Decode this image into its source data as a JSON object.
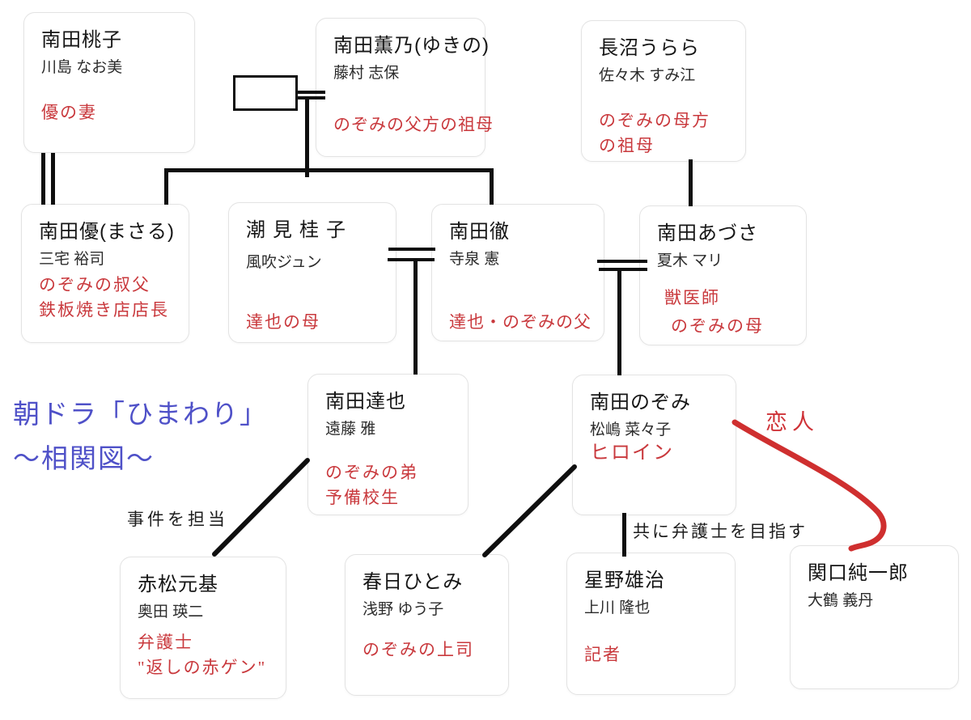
{
  "title": {
    "line1": "朝ドラ「ひまわり」",
    "line2": "～相関図～"
  },
  "labels": {
    "case_assignment": "事件を担当",
    "aim_lawyer": "共に弁護士を目指す",
    "lovers": "恋人"
  },
  "characters": {
    "momoko": {
      "name": "南田桃子",
      "actor": "川島 なお美",
      "role1": "優の妻"
    },
    "yukino": {
      "name": "南田薫乃(ゆきの)",
      "actor": "藤村 志保",
      "role1": "のぞみの父方の祖母"
    },
    "urara": {
      "name": "長沼うらら",
      "actor": "佐々木 すみ江",
      "role1": "のぞみの母方",
      "role2": "の祖母"
    },
    "masaru": {
      "name": "南田優(まさる)",
      "actor": "三宅 裕司",
      "role1": "のぞみの叔父",
      "role2": "鉄板焼き店店長"
    },
    "keiko": {
      "name": "潮見桂子",
      "actor": "風吹ジュン",
      "role1": "達也の母"
    },
    "tooru": {
      "name": "南田徹",
      "actor": "寺泉 憲",
      "role1": "達也・のぞみの父"
    },
    "azusa": {
      "name": "南田あづさ",
      "actor": "夏木 マリ",
      "role1": "獣医師",
      "role2": "のぞみの母"
    },
    "tatsuya": {
      "name": "南田達也",
      "actor": "遠藤 雅",
      "role1": "のぞみの弟",
      "role2": "予備校生"
    },
    "nozomi": {
      "name": "南田のぞみ",
      "actor": "松嶋 菜々子",
      "role1": "ヒロイン"
    },
    "akamatsu": {
      "name": "赤松元基",
      "actor": "奥田 瑛二",
      "role1": "弁護士",
      "role2": "\"返しの赤ゲン\""
    },
    "hitomi": {
      "name": "春日ひとみ",
      "actor": "浅野 ゆう子",
      "role1": "のぞみの上司"
    },
    "hoshino": {
      "name": "星野雄治",
      "actor": "上川 隆也",
      "role1": "記者"
    },
    "sekiguchi": {
      "name": "関口純一郎",
      "actor": "大鶴 義丹"
    }
  },
  "colors": {
    "line_black": "#0f0f0f",
    "accent_red": "#c9393d",
    "title_blue": "#4f51c8"
  }
}
